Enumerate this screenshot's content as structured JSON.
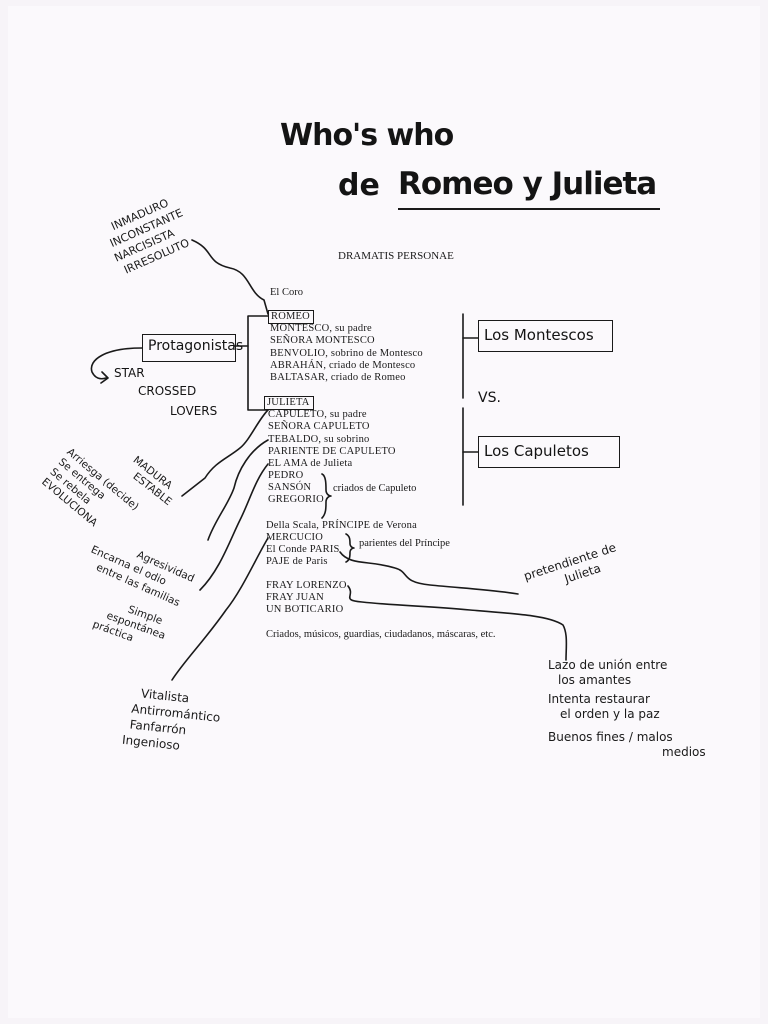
{
  "title": {
    "line1": "Who's who",
    "line2_prefix": "de",
    "line2_name": "Romeo y Julieta"
  },
  "dramatis": {
    "heading": "DRAMATIS PERSONAE",
    "coro": "El Coro",
    "montescos": [
      "ROMEO",
      "MONTESCO, su padre",
      "SEÑORA MONTESCO",
      "BENVOLIO, sobrino de Montesco",
      "ABRAHÁN, criado de Montesco",
      "BALTASAR, criado de Romeo"
    ],
    "capuletos": [
      "JULIETA",
      "CAPULETO, su padre",
      "SEÑORA CAPULETO",
      "TEBALDO, su sobrino",
      "PARIENTE DE CAPULETO",
      "EL AMA de Julieta",
      "PEDRO",
      "SANSÓN",
      "GREGORIO"
    ],
    "criados_label": "criados de Capuleto",
    "principe": [
      "Della Scala, PRÍNCIPE de Verona",
      "MERCUCIO",
      "El Conde PARIS",
      "PAJE de Paris"
    ],
    "parientes_label": "parientes del Príncipe",
    "frailes": [
      "FRAY LORENZO",
      "FRAY JUAN",
      "UN BOTICARIO"
    ],
    "extras": "Criados, músicos, guardias, ciudadanos, máscaras, etc."
  },
  "notes": {
    "romeo_traits": [
      "INMADURO",
      "INCONSTANTE",
      "NARCISISTA",
      "IRRESOLUTO"
    ],
    "protagonists": "Protagonistas",
    "star_crossed": [
      "STAR",
      "CROSSED",
      "LOVERS"
    ],
    "montescos": "Los Montescos",
    "vs": "VS.",
    "capuletos": "Los Capuletos",
    "julieta_traits_a": [
      "MADURA",
      "ESTABLE"
    ],
    "julieta_traits_b": [
      "Arriesga (decide)",
      "Se entrega",
      "Se rebela",
      "EVOLUCIONA"
    ],
    "tebaldo_traits": [
      "Agresividad",
      "Encarna el odio",
      "entre las familias"
    ],
    "ama_traits": [
      "Simple",
      "espontánea",
      "práctica"
    ],
    "mercucio_traits": [
      "Vitalista",
      "Antirromántico",
      "Fanfarrón",
      "Ingenioso"
    ],
    "paris_note": [
      "pretendiente de",
      "Julieta"
    ],
    "lorenzo_notes": [
      "Lazo de unión entre",
      "los amantes",
      "Intenta restaurar",
      "el orden y la paz",
      "Buenos fines / malos",
      "medios"
    ]
  }
}
